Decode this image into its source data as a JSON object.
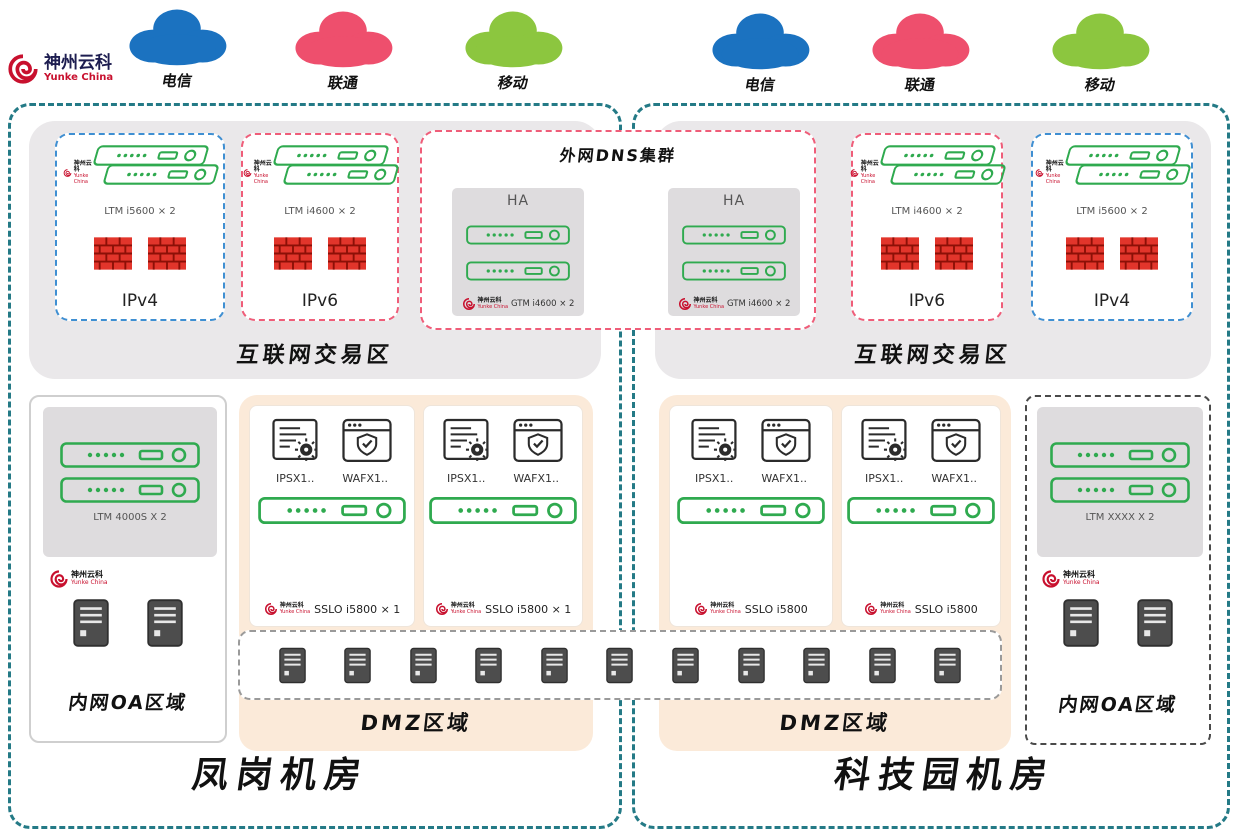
{
  "brand": {
    "title": "神州云科",
    "subtitle": "Yunke China"
  },
  "isps": [
    {
      "label": "电信"
    },
    {
      "label": "联通"
    },
    {
      "label": "移动"
    }
  ],
  "colors": {
    "telecom_cloud": "#1b72c0",
    "unicom_cloud": "#ee4f6d",
    "mobile_cloud": "#8cc63f",
    "dc_border": "#247a86",
    "zone_bg": "#eae8ea",
    "dmz_bg": "#fbead9",
    "ipv4_border": "#3f8fd2",
    "ipv6_border": "#ef5d79",
    "device_green": "#2faa4f",
    "firewall_red": "#e2352b",
    "logo_red": "#c8102e"
  },
  "icons": {
    "cloud": "cloud-shape",
    "firewall": "red-brick-wall",
    "server": "dark-server-tower",
    "ltm_device": "green-rack-appliance",
    "ips": "document-with-gear",
    "waf": "browser-with-shield-check",
    "logo": "red-swirl"
  },
  "dns_cluster": {
    "title": "外网DNS集群",
    "ha_label": "HA",
    "gtm_label": "GTM i4600 × 2"
  },
  "left_dc": {
    "name": "凤岗机房",
    "internet_zone_label": "互联网交易区",
    "ipv4": {
      "label": "IPv4",
      "ltm_label": "LTM i5600 × 2"
    },
    "ipv6": {
      "label": "IPv6",
      "ltm_label": "LTM i4600 × 2"
    },
    "oa_zone": {
      "label": "内网OA区域",
      "ltm_label": "LTM 4000S X 2"
    },
    "dmz": {
      "label": "DMZ区域",
      "groups": [
        {
          "ips_label": "IPSX1..",
          "waf_label": "WAFX1..",
          "sslo_label": "SSLO i5800 × 1"
        },
        {
          "ips_label": "IPSX1..",
          "waf_label": "WAFX1..",
          "sslo_label": "SSLO i5800 × 1"
        }
      ]
    }
  },
  "right_dc": {
    "name": "科技园机房",
    "internet_zone_label": "互联网交易区",
    "ipv6": {
      "label": "IPv6",
      "ltm_label": "LTM i4600 × 2"
    },
    "ipv4": {
      "label": "IPv4",
      "ltm_label": "LTM i5600 × 2"
    },
    "oa_zone": {
      "label": "内网OA区域",
      "ltm_label": "LTM XXXX X 2"
    },
    "dmz": {
      "label": "DMZ区域",
      "groups": [
        {
          "ips_label": "IPSX1..",
          "waf_label": "WAFX1..",
          "sslo_label": "SSLO i5800"
        },
        {
          "ips_label": "IPSX1..",
          "waf_label": "WAFX1..",
          "sslo_label": "SSLO i5800"
        }
      ]
    }
  }
}
